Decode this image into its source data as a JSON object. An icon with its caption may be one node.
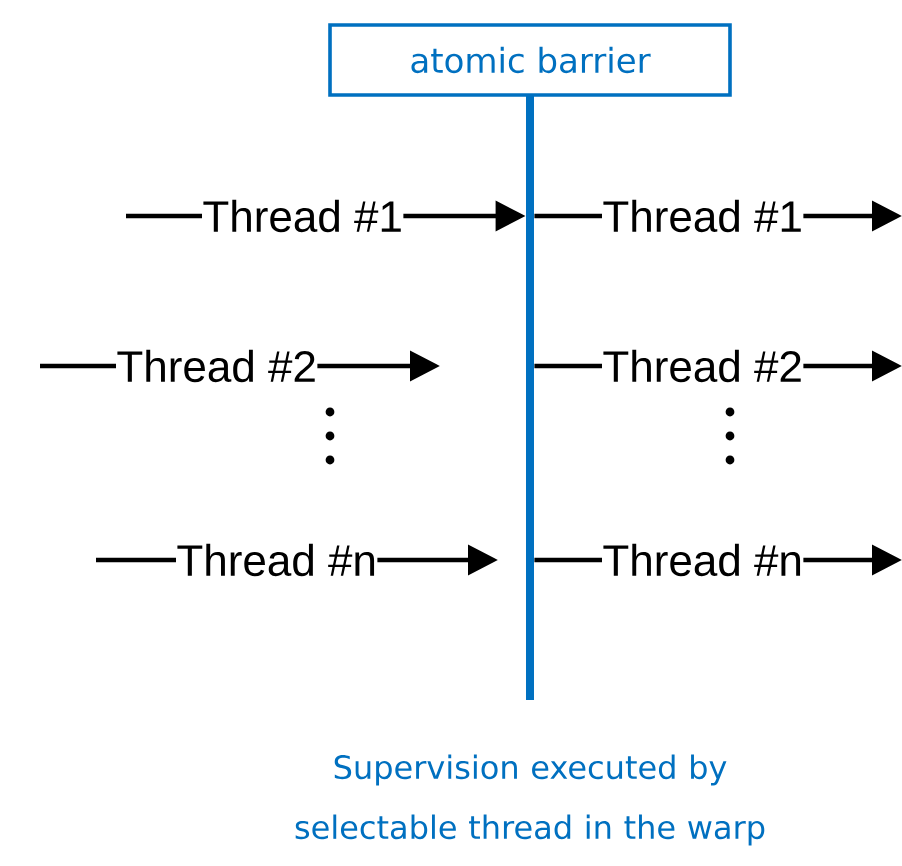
{
  "diagram": {
    "caption": "Supervision executed by selectable thread in the warp",
    "nodes": [
      {
        "text": [
          "atomic barrier"
        ]
      },
      {
        "text": [
          "Thread #1"
        ]
      },
      {
        "text": [
          "Thread #2"
        ]
      },
      {
        "text": [
          "Thread #n"
        ]
      },
      {
        "text": [
          "Thread #1"
        ]
      },
      {
        "text": [
          "Thread #2"
        ]
      },
      {
        "text": [
          "Thread #n"
        ]
      },
      {
        "text": [],
        "shape": "bar"
      }
    ],
    "edges": [
      {
        "from": null,
        "to": 1,
        "arrow": "none"
      },
      {
        "from": 1,
        "to": 7,
        "arrow": "to"
      },
      {
        "from": null,
        "to": 2,
        "arrow": "none"
      },
      {
        "from": 2,
        "to": null,
        "arrow": "to"
      },
      {
        "from": null,
        "to": 3,
        "arrow": "none"
      },
      {
        "from": 3,
        "to": null,
        "arrow": "to"
      },
      {
        "from": 7,
        "to": 4,
        "arrow": "none"
      },
      {
        "from": 4,
        "to": null,
        "arrow": "to"
      },
      {
        "from": 7,
        "to": 5,
        "arrow": "none"
      },
      {
        "from": 5,
        "to": null,
        "arrow": "to"
      },
      {
        "from": 7,
        "to": 6,
        "arrow": "none"
      },
      {
        "from": 6,
        "to": null,
        "arrow": "to"
      }
    ]
  }
}
